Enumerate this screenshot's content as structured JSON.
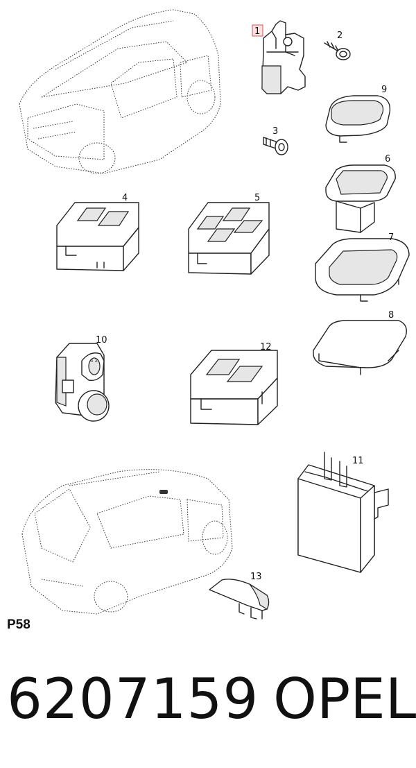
{
  "callouts": {
    "c1": "1",
    "c2": "2",
    "c3": "3",
    "c4": "4",
    "c5": "5",
    "c6": "6",
    "c7": "7",
    "c8": "8",
    "c9": "9",
    "c10": "10",
    "c11": "11",
    "c12": "12",
    "c13": "13"
  },
  "page_code": "P58",
  "part_number": "6207159",
  "brand": "OPEL",
  "colors": {
    "highlight_box": "#d9534f"
  }
}
